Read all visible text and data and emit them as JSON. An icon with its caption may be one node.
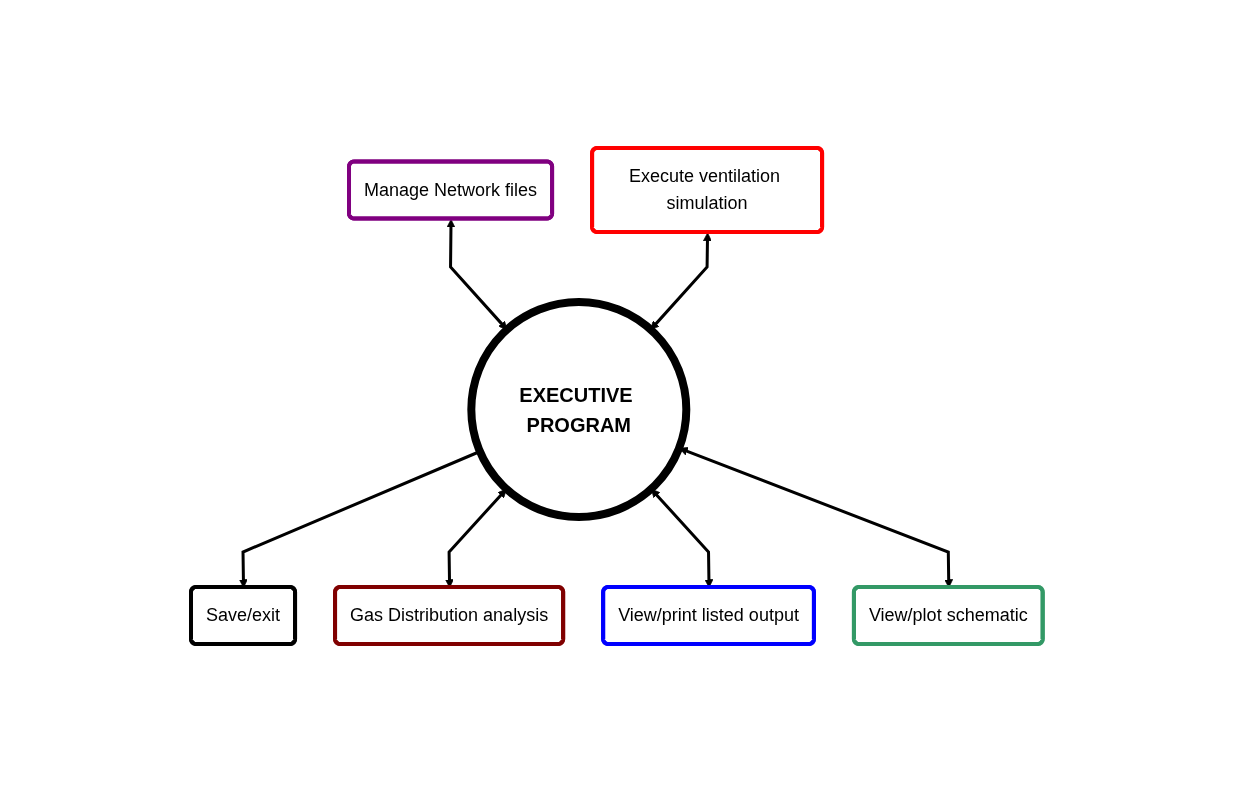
{
  "diagram": {
    "nodes": [
      {
        "text": [
          "Manage Network files"
        ]
      },
      {
        "text": [
          "Execute ventilation simulation"
        ]
      },
      {
        "text": [
          "Save/exit"
        ]
      },
      {
        "text": [
          "EXECUTIVE PROGRAM"
        ]
      },
      {
        "text": [
          "Gas Distribution analysis"
        ]
      },
      {
        "text": [
          "View/print listed output"
        ]
      },
      {
        "text": [
          "View/plot schematic"
        ]
      }
    ],
    "edges": [
      {
        "from": 0,
        "to": 3,
        "arrow": "both"
      },
      {
        "from": 1,
        "to": 3,
        "arrow": "both"
      },
      {
        "from": 3,
        "to": 2,
        "arrow": "to"
      },
      {
        "from": 3,
        "to": 4,
        "arrow": "both"
      },
      {
        "from": 3,
        "to": 5,
        "arrow": "both"
      },
      {
        "from": 3,
        "to": 6,
        "arrow": "both"
      }
    ]
  }
}
